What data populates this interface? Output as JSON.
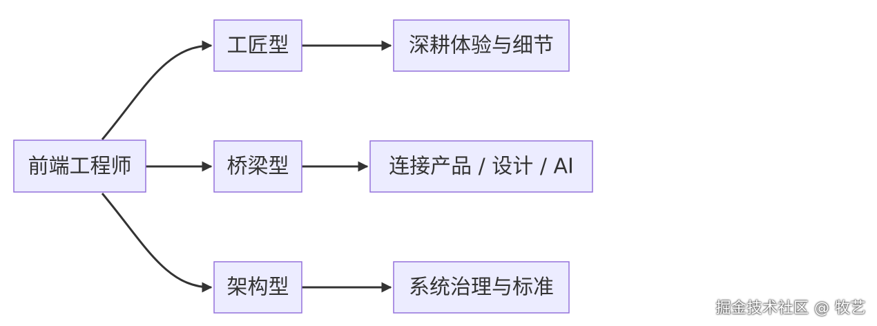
{
  "diagram": {
    "type": "flowchart",
    "direction": "left-to-right",
    "nodes": {
      "root": {
        "label": "前端工程师"
      },
      "craftsman": {
        "label": "工匠型"
      },
      "craftsman_detail": {
        "label": "深耕体验与细节"
      },
      "bridge": {
        "label": "桥梁型"
      },
      "bridge_detail": {
        "label": "连接产品 / 设计 / AI"
      },
      "architect": {
        "label": "架构型"
      },
      "architect_detail": {
        "label": "系统治理与标准"
      }
    },
    "edges": [
      {
        "from": "root",
        "to": "craftsman"
      },
      {
        "from": "root",
        "to": "bridge"
      },
      {
        "from": "root",
        "to": "architect"
      },
      {
        "from": "craftsman",
        "to": "craftsman_detail"
      },
      {
        "from": "bridge",
        "to": "bridge_detail"
      },
      {
        "from": "architect",
        "to": "architect_detail"
      }
    ],
    "colors": {
      "node_fill": "#ECECFF",
      "node_stroke": "#9370DB",
      "text": "#333333",
      "edge": "#333333"
    }
  },
  "watermark": {
    "text": "掘金技术社区 @ 牧艺"
  }
}
